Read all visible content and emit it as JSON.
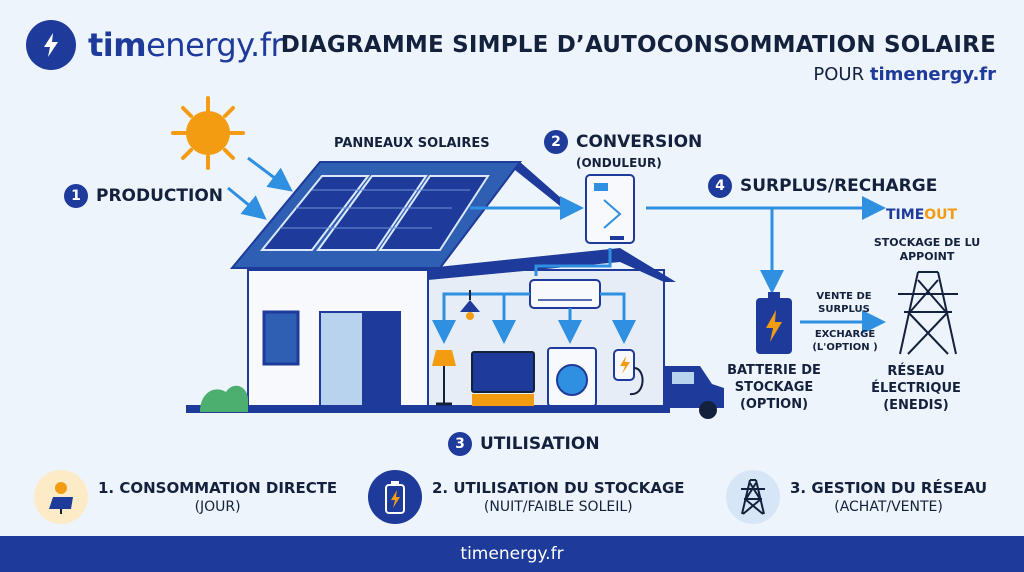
{
  "brand": {
    "name_bold": "tim",
    "name_rest": "energy.fr"
  },
  "header": {
    "title": "DIAGRAMME SIMPLE D’AUTOCONSOMMATION SOLAIRE",
    "subtitle_prefix": "POUR",
    "subtitle_brand": "timenergy.fr"
  },
  "diagram": {
    "panels_label": "PANNEAUX SOLAIRES",
    "step1": {
      "num": "1",
      "label": "PRODUCTION"
    },
    "step2": {
      "num": "2",
      "label": "CONVERSION",
      "sub": "(ONDULEUR)"
    },
    "step3": {
      "num": "3",
      "label": "UTILISATION"
    },
    "step4": {
      "num": "4",
      "label": "SURPLUS/RECHARGE"
    },
    "timeout": {
      "part1": "TIME",
      "part2": "OUT"
    },
    "backup_storage": "STOCKAGE DE LU APPOINT",
    "sell_surplus": "VENTE DE SURPLUS",
    "exchange": "EXCHARGE (L'OPTION )",
    "battery": "BATTERIE DE STOCKAGE (OPTION)",
    "grid": "RÉSEAU ÉLECTRIQUE (ENEDIS)"
  },
  "legend": [
    {
      "title": "1. CONSOMMATION DIRECTE",
      "sub": "(JOUR)",
      "icon": "solar-panel-sun-icon"
    },
    {
      "title": "2. UTILISATION DU STOCKAGE",
      "sub": "(NUIT/FAIBLE SOLEIL)",
      "icon": "battery-icon"
    },
    {
      "title": "3. GESTION DU RÉSEAU",
      "sub": "(ACHAT/VENTE)",
      "icon": "pylon-icon"
    }
  ],
  "footer": {
    "text": "timenergy.fr"
  },
  "colors": {
    "navy": "#1e3a9a",
    "accent_blue": "#2f8fe0",
    "sun": "#f39c12"
  }
}
